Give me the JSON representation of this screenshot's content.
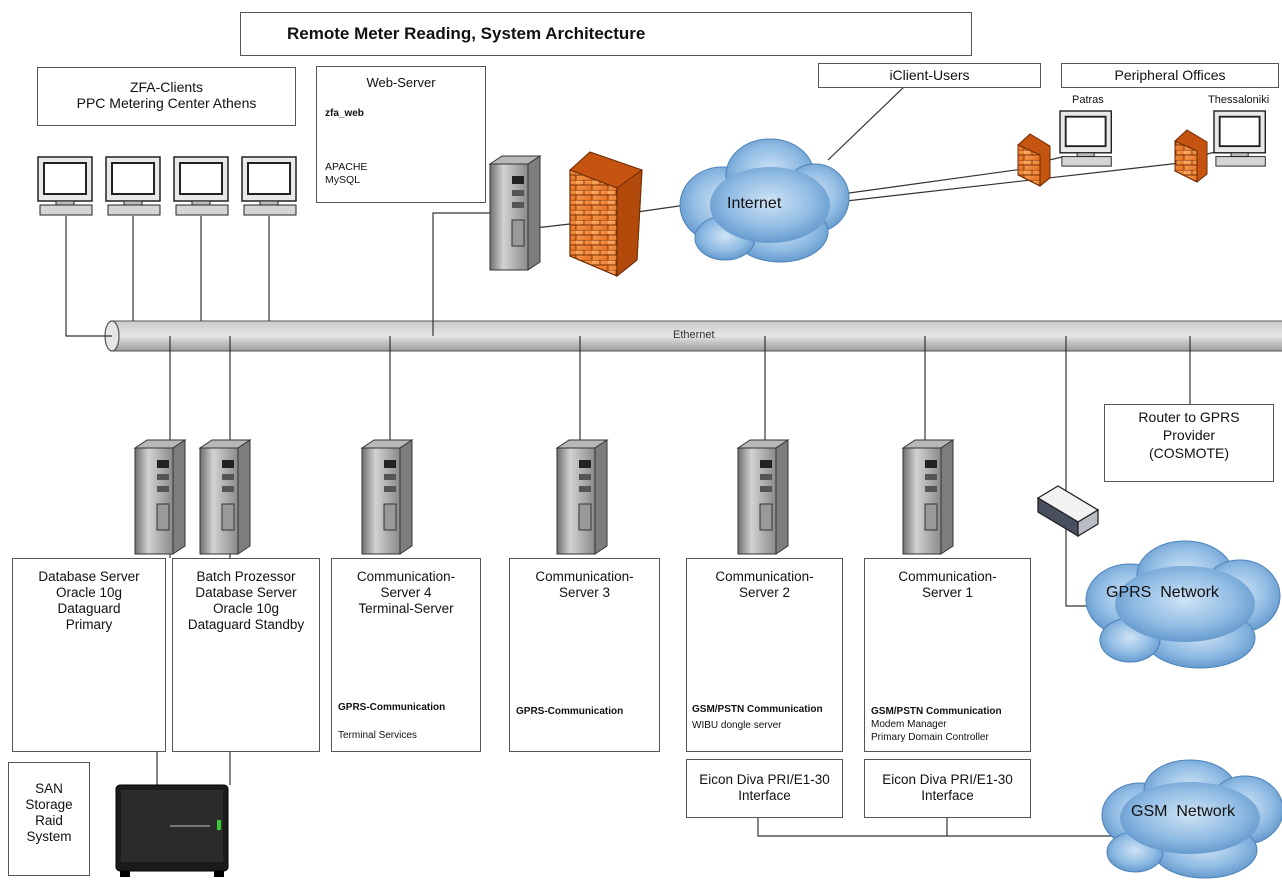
{
  "title": "Remote Meter Reading, System Architecture",
  "zfa_clients": {
    "line1": "ZFA-Clients",
    "line2": "PPC Metering Center Athens"
  },
  "web_server": {
    "title": "Web-Server",
    "app": "zfa_web",
    "sw1": "APACHE",
    "sw2": "MySQL"
  },
  "iclient": "iClient-Users",
  "peripheral": {
    "title": "Peripheral Offices",
    "site1": "Patras",
    "site2": "Thessaloniki"
  },
  "internet": "Internet",
  "ethernet": "Ethernet",
  "router": {
    "line1": "Router to GPRS",
    "line2": "Provider",
    "line3": "(COSMOTE)"
  },
  "gprs_network": "GPRS  Network",
  "gsm_network": "GSM  Network",
  "servers": {
    "db": {
      "l1": "Database Server",
      "l2": "Oracle 10g",
      "l3": "Dataguard",
      "l4": "Primary"
    },
    "batch": {
      "l1": "Batch Prozessor",
      "l2": "Database Server",
      "l3": "Oracle 10g",
      "l4": "Dataguard Standby"
    },
    "cs4": {
      "l1": "Communication-",
      "l2": "Server 4",
      "l3": "Terminal-Server",
      "role": "GPRS-Communication",
      "detail": "Terminal Services"
    },
    "cs3": {
      "l1": "Communication-",
      "l2": "Server 3",
      "role": "GPRS-Communication"
    },
    "cs2": {
      "l1": "Communication-",
      "l2": "Server 2",
      "role": "GSM/PSTN Communication",
      "detail": "WIBU dongle server"
    },
    "cs1": {
      "l1": "Communication-",
      "l2": "Server 1",
      "role": "GSM/PSTN Communication",
      "detail1": "Modem Manager",
      "detail2": "Primary Domain Controller"
    }
  },
  "eicon2": {
    "l1": "Eicon Diva PRI/E1-30",
    "l2": "Interface"
  },
  "eicon1": {
    "l1": "Eicon Diva PRI/E1-30",
    "l2": "Interface"
  },
  "san": {
    "l1": "SAN",
    "l2": "Storage",
    "l3": "Raid",
    "l4": "System"
  }
}
